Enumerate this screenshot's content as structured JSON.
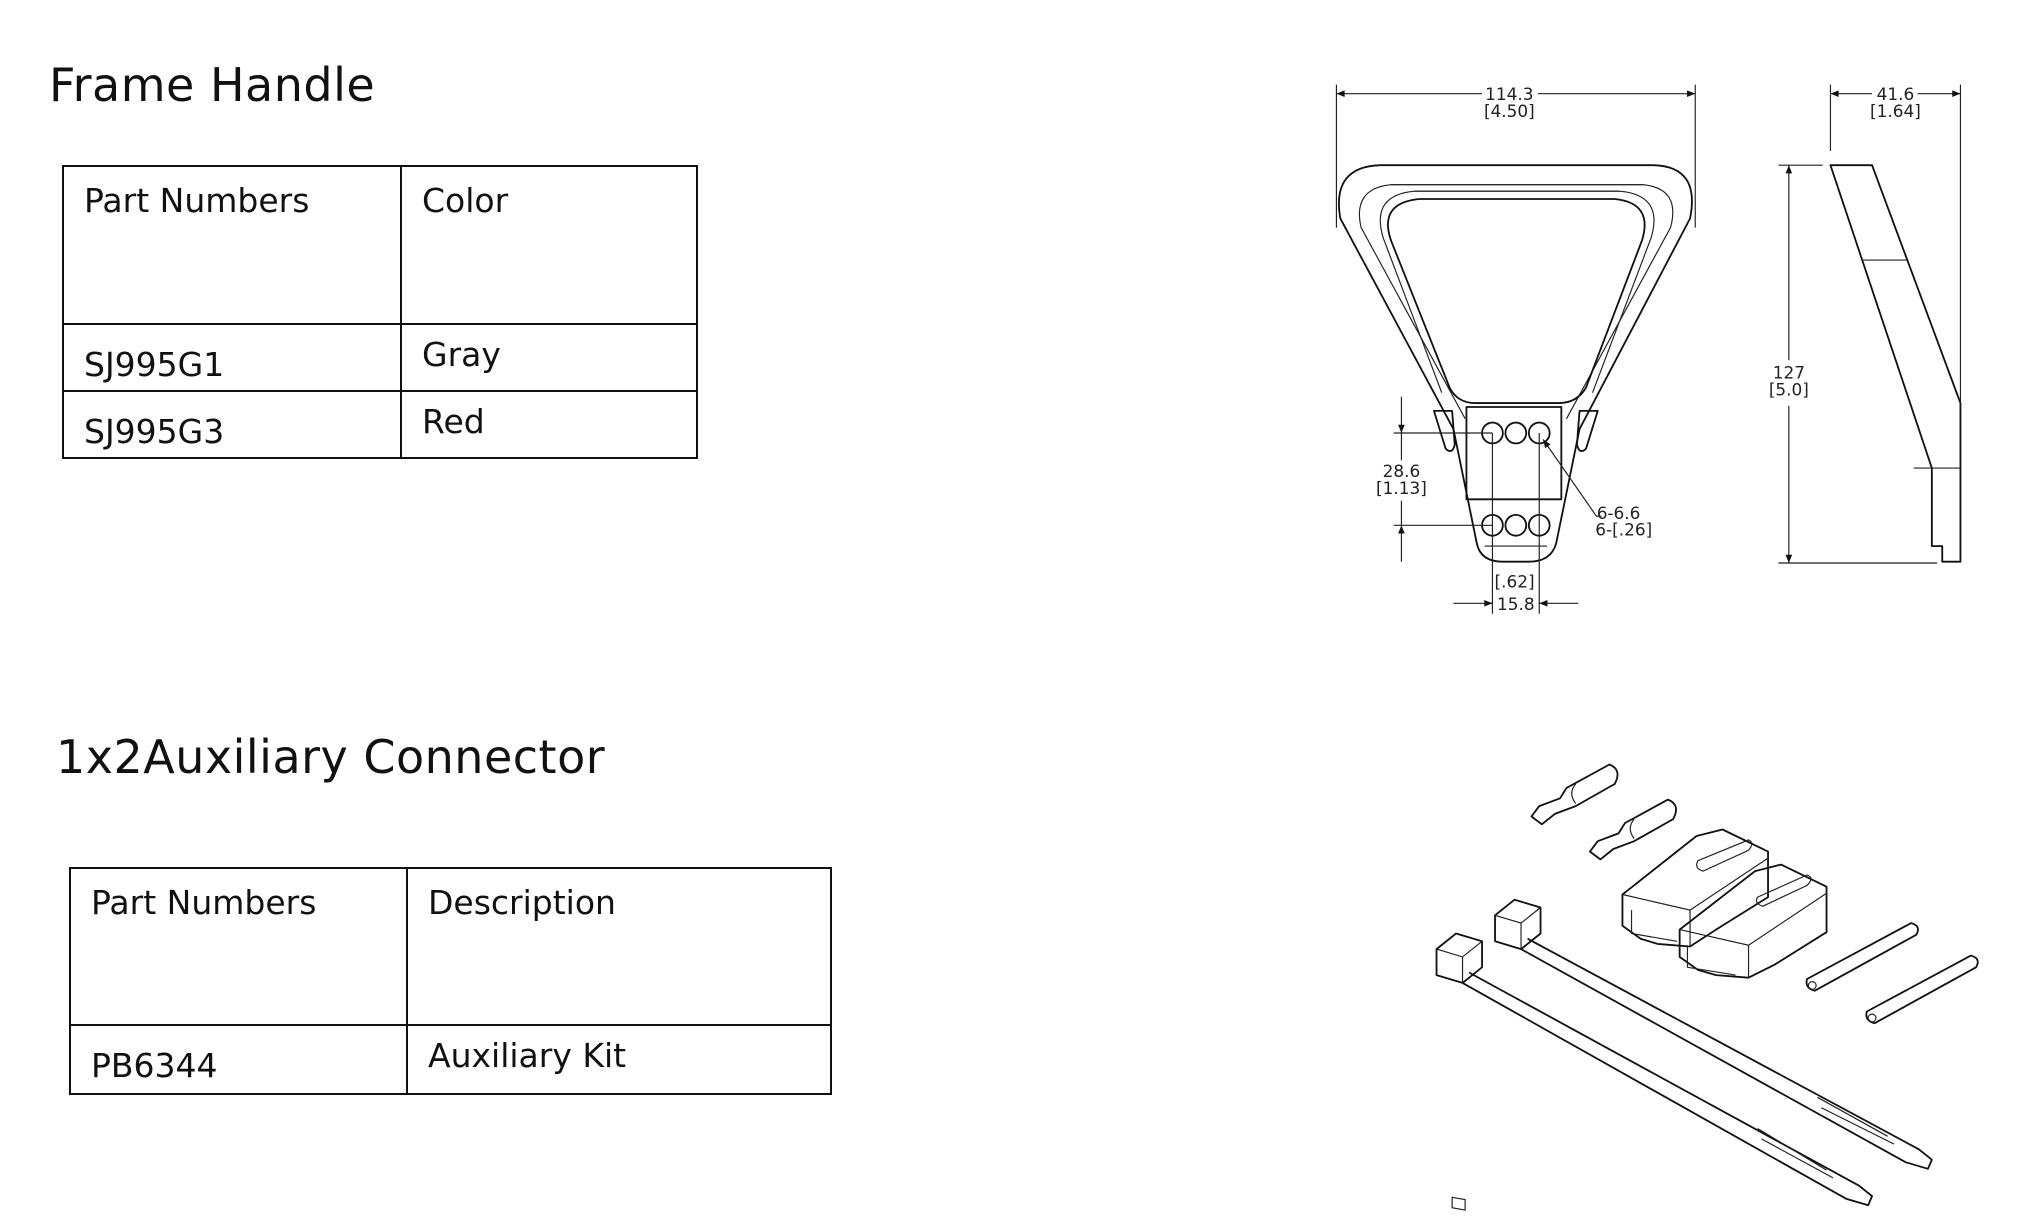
{
  "sections": [
    {
      "title": "Frame Handle",
      "table": {
        "headers": [
          "Part Numbers",
          "Color"
        ],
        "rows": [
          [
            "SJ995G1",
            "Gray"
          ],
          [
            "SJ995G3",
            "Red"
          ]
        ]
      },
      "drawing": {
        "width_mm": "114.3",
        "width_in": "[4.50]",
        "depth_mm": "41.6",
        "depth_in": "[1.64]",
        "height_mm": "127",
        "height_in": "[5.0]",
        "hole_spacing_v_mm": "28.6",
        "hole_spacing_v_in": "[1.13]",
        "holes_mm": "6-6.6",
        "holes_in": "6-[.26]",
        "hole_spacing_h_mm": "15.8",
        "hole_spacing_h_in": "[.62]"
      }
    },
    {
      "title": "1x2Auxiliary Connector",
      "table": {
        "headers": [
          "Part Numbers",
          "Description"
        ],
        "rows": [
          [
            "PB6344",
            "Auxiliary Kit"
          ]
        ]
      }
    }
  ]
}
